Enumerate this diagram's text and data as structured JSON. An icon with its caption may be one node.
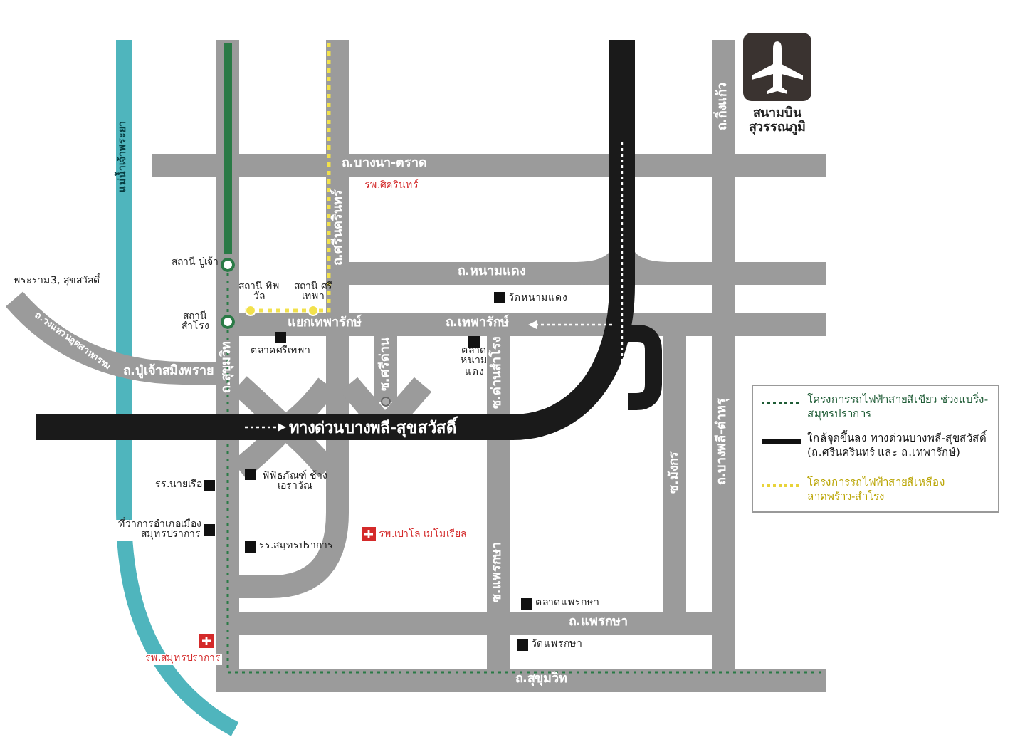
{
  "diagram": {
    "labels": [
      "ถ.บางนา-ตราด",
      "ถ.ศรีนครินทร์",
      "ถ.หนามแดง",
      "วัดหนามแดง",
      "แยกเทพารักษ์",
      "ถ.เทพารักษ์",
      "ตลาดศรีเทพา",
      "ตลาด หนามแดง",
      "ซ.ศรีด่าน",
      "ซ.ด่านสำโรง",
      "ถ.สุขุมวิท",
      "ถ.ปู่เจ้าสมิงพราย",
      "ถ.วงแหวนอุตสาหกรรม",
      "พระราม3, สุขสวัสดิ์",
      "แม่น้ำเจ้าพระยา",
      "สถานี ปู่เจ้า",
      "สถานี สำโรง",
      "สถานี ทิพวัล",
      "สถานี ศรีเทพา",
      "ทางด่วนบางพลี-สุขสวัสดิ์",
      "รร.นายเรือ",
      "ที่ว่าการอำเภอเมือง สมุทรปราการ",
      "พิพิธภัณฑ์ ช้างเอราวัณ",
      "รร.สมุทรปราการ",
      "รพ.สมุทรปราการ",
      "รพ.เปาโล เมโมเรียล",
      "ซ.แพรกษา",
      "ตลาดแพรกษา",
      "ถ.แพรกษา",
      "วัดแพรกษา",
      "ถ.สุขุมวิท",
      "ซ.มังกร",
      "ถ.บางพลี-ตำหรุ",
      "ถ.กิ่งแก้ว",
      "สนามบิน สุวรรณภูมิ",
      "รพ.ศิครินทร์"
    ],
    "legend": [
      {
        "text": "โครงการรถไฟฟ้าสายสีเขียว ช่วงแบริ่ง-สมุทรปราการ"
      },
      {
        "text": "ใกล้จุดขึ้นลง ทางด่วนบางพลี-สุขสวัสดิ์ (ถ.ศรีนครินทร์ และ ถ.เทพารักษ์)"
      },
      {
        "text": "โครงการรถไฟฟ้าสายสีเหลือง ลาดพร้าว-สำโรง"
      }
    ]
  }
}
